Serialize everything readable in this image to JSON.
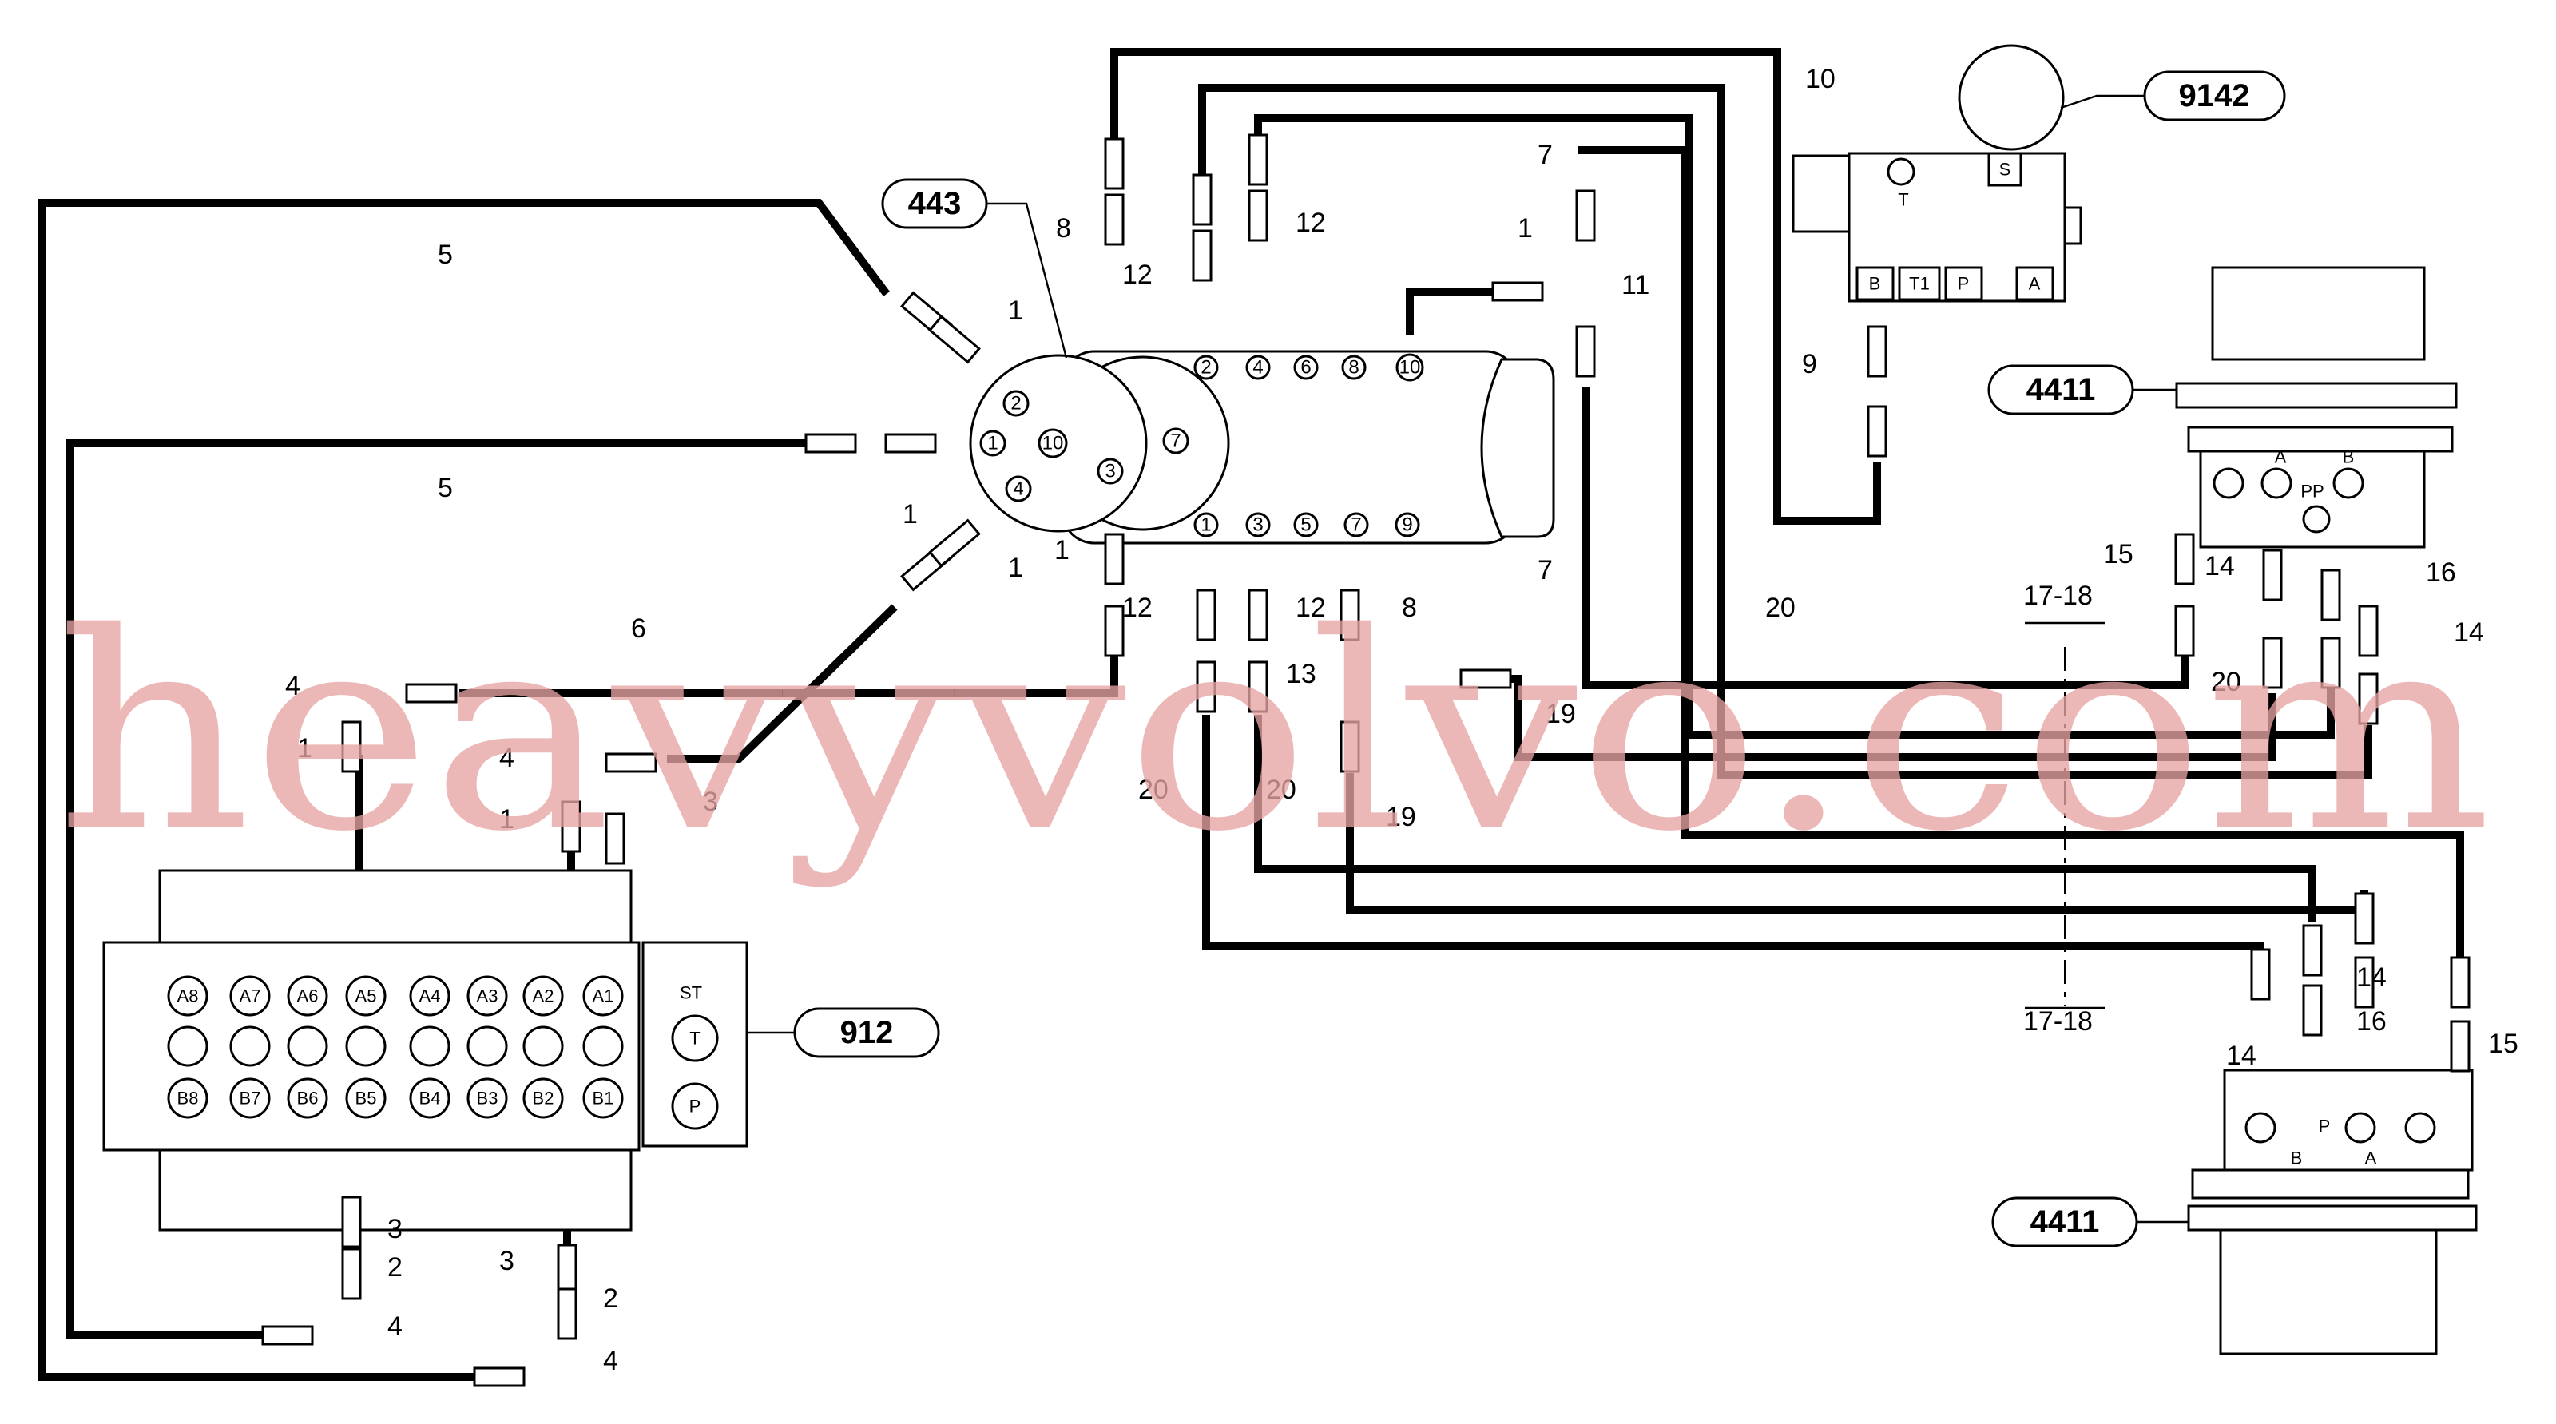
{
  "watermark": "heavyvolvo.com",
  "components": {
    "swivel": "443",
    "control_valve": "9142",
    "motor_upper": "4411",
    "motor_lower": "4411",
    "main_valve": "912"
  },
  "callouts": {
    "c1": "1",
    "c2": "2",
    "c3": "3",
    "c4": "4",
    "c5": "5",
    "c6": "6",
    "c7": "7",
    "c8": "8",
    "c9": "9",
    "c10": "10",
    "c11": "11",
    "c12": "12",
    "c13": "13",
    "c14": "14",
    "c15": "15",
    "c16": "16",
    "c17_18": "17-18",
    "c19": "19",
    "c20": "20"
  },
  "swivel_ports": {
    "p1": "1",
    "p2": "2",
    "p3": "3",
    "p4": "4",
    "p5": "5",
    "p6": "6",
    "p7": "7",
    "p8": "8",
    "p9": "9",
    "p10": "10"
  },
  "valve_ports": {
    "T": "T",
    "S": "S",
    "B": "B",
    "T1": "T1",
    "P": "P",
    "A": "A"
  },
  "motor_ports": {
    "A": "A",
    "B": "B",
    "PP": "PP",
    "P": "P"
  },
  "main_valve_ports": {
    "top": [
      "A8",
      "A7",
      "A6",
      "A5",
      "A4",
      "A3",
      "A2",
      "A1"
    ],
    "bottom": [
      "B8",
      "B7",
      "B6",
      "B5",
      "B4",
      "B3",
      "B2",
      "B1"
    ],
    "ST": "ST",
    "T": "T",
    "P": "P"
  }
}
